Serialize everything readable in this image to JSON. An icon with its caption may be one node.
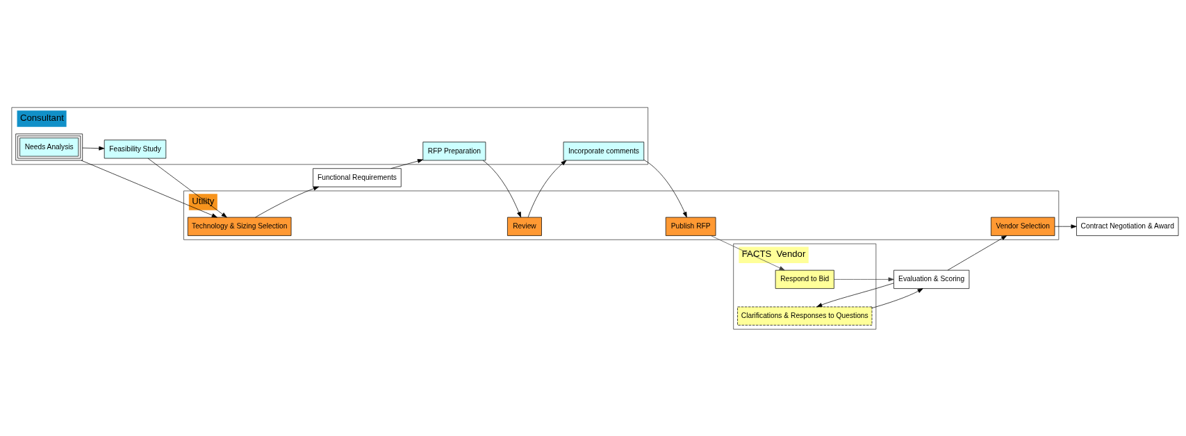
{
  "diagram": {
    "nodes": [
      {
        "text": [
          "Consultant"
        ]
      },
      {
        "text": [
          "Utility"
        ]
      },
      {
        "text": [
          "FACTS  Vendor"
        ]
      },
      {
        "text": [
          "Needs Analysis"
        ],
        "in": 0
      },
      {
        "text": [
          "Feasibility Study"
        ],
        "in": 0
      },
      {
        "text": [
          "Technology & Sizing Selection"
        ],
        "in": 1
      },
      {
        "text": [
          "Functional Requirements"
        ]
      },
      {
        "text": [
          "RFP Preparation"
        ],
        "in": 0
      },
      {
        "text": [
          "Review"
        ],
        "in": 1
      },
      {
        "text": [
          "Incorporate comments"
        ],
        "in": 0
      },
      {
        "text": [
          "Publish RFP"
        ],
        "in": 1
      },
      {
        "text": [
          "Evaluation & Scoring"
        ]
      },
      {
        "text": [
          "Vendor Selection"
        ],
        "in": 1
      },
      {
        "text": [
          "Contract Negotiation & Award"
        ]
      },
      {
        "text": [
          "Respond to Bid"
        ],
        "in": 2
      },
      {
        "text": [
          "Clarifications & Responses to Questions"
        ],
        "in": 2
      }
    ],
    "edges": [
      {
        "from": 3,
        "to": 4,
        "arrow": "to"
      },
      {
        "from": 3,
        "to": 5,
        "arrow": "to"
      },
      {
        "from": 4,
        "to": 5,
        "arrow": "to"
      },
      {
        "from": 5,
        "to": 6,
        "arrow": "to"
      },
      {
        "from": 6,
        "to": 7,
        "arrow": "to"
      },
      {
        "from": 7,
        "to": 8,
        "arrow": "to"
      },
      {
        "from": 8,
        "to": 9,
        "arrow": "to"
      },
      {
        "from": 9,
        "to": 10,
        "arrow": "to"
      },
      {
        "from": 10,
        "to": 14,
        "arrow": "to",
        "color": "#404040"
      },
      {
        "from": 14,
        "to": 11,
        "arrow": "to",
        "color": "#404040"
      },
      {
        "from": 11,
        "to": 15,
        "arrow": "to"
      },
      {
        "from": 15,
        "to": 11,
        "arrow": "to"
      },
      {
        "from": 11,
        "to": 12,
        "arrow": "to"
      },
      {
        "from": 12,
        "to": 13,
        "arrow": "to"
      }
    ]
  }
}
